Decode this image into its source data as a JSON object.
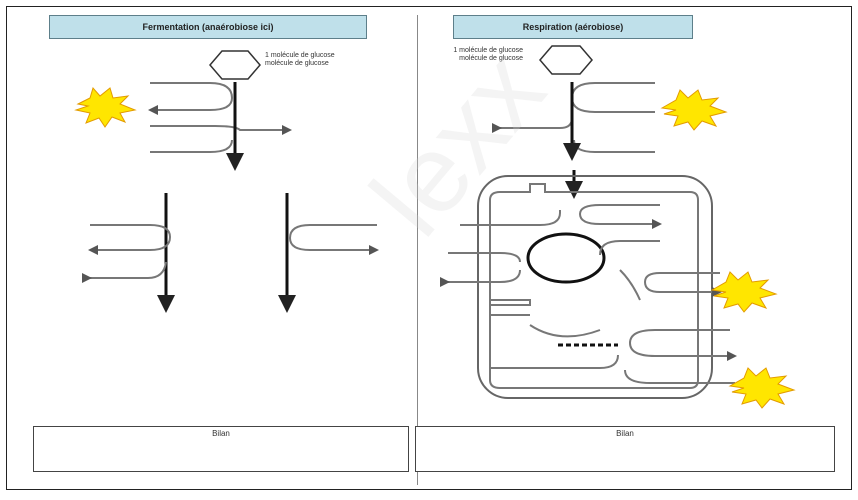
{
  "left_panel": {
    "title": "Fermentation  (anaérobiose ici)",
    "glucose_caption": "1 molécule de glucose molécule de glucose",
    "bilan_label": "Bilan"
  },
  "right_panel": {
    "title": "Respiration (aérobiose)",
    "glucose_caption": "1 molécule de glucose molécule de glucose",
    "bilan_label": "Bilan"
  },
  "watermark": "lexx",
  "colors": {
    "title_fill": "#bfe0ea",
    "energy_star": "#ffe600",
    "energy_star_outline": "#e39b00"
  }
}
